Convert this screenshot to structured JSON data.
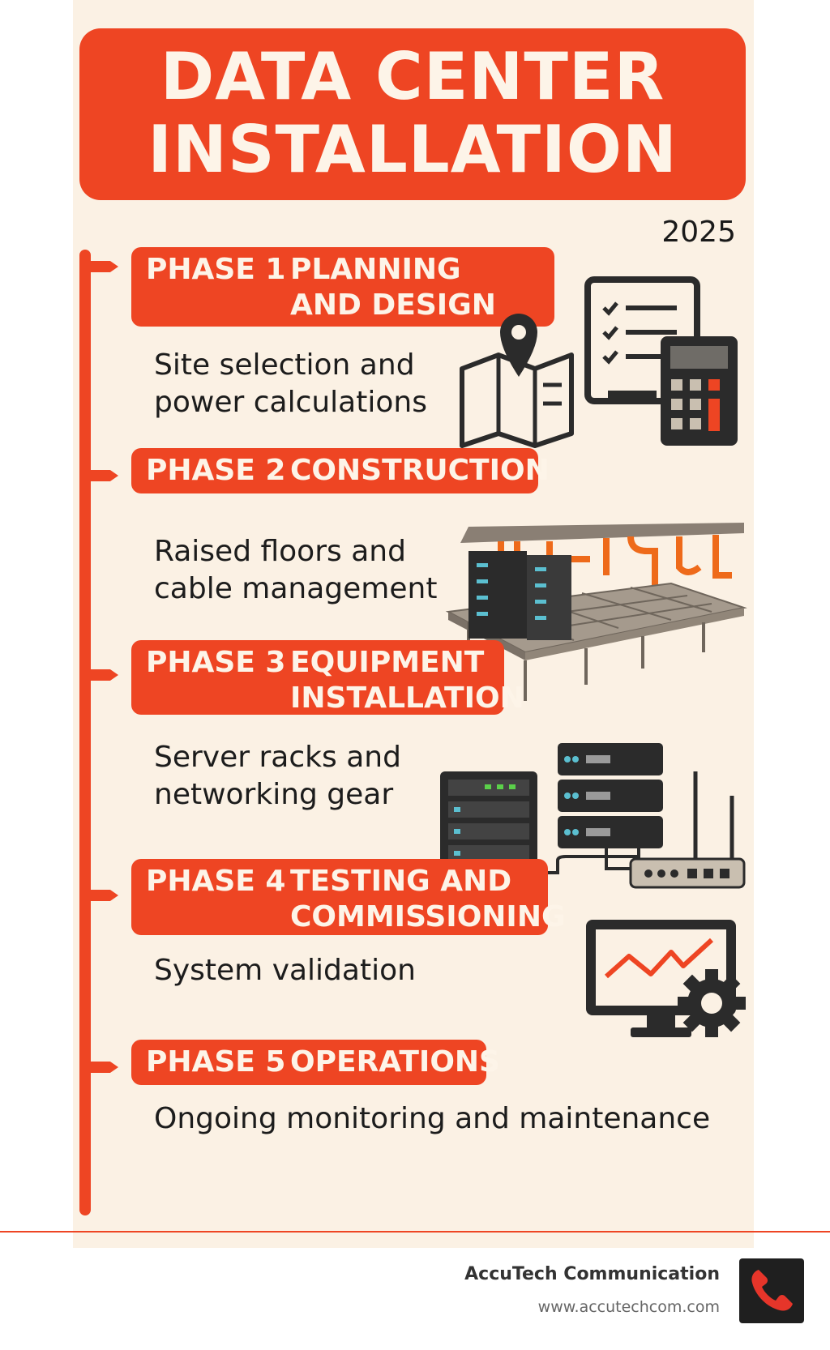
{
  "title": {
    "line1": "DATA CENTER",
    "line2": "INSTALLATION"
  },
  "year": "2025",
  "phases": [
    {
      "number": "PHASE 1",
      "title": "PLANNING\nAND DESIGN",
      "description": "Site selection and\npower calculations",
      "icon": "planning-icons"
    },
    {
      "number": "PHASE 2",
      "title": "CONSTRUCTION",
      "description": "Raised floors and\ncable management",
      "icon": "raised-floor-icon"
    },
    {
      "number": "PHASE 3",
      "title": "EQUIPMENT\nINSTALLATION",
      "description": "Server racks and\nnetworking gear",
      "icon": "server-rack-icon"
    },
    {
      "number": "PHASE 4",
      "title": "TESTING AND\nCOMMISSIONING",
      "description": "System validation",
      "icon": "monitor-gear-icon"
    },
    {
      "number": "PHASE 5",
      "title": "OPERATIONS",
      "description": "Ongoing monitoring and maintenance",
      "icon": ""
    }
  ],
  "footer": {
    "company": "AccuTech Communication",
    "website": "www.accutechcom.com",
    "icon": "phone-icon"
  },
  "colors": {
    "accent": "#ee4523",
    "background": "#fbf1e4",
    "text": "#1c1c1c",
    "icon_dark": "#2b2b2b"
  }
}
